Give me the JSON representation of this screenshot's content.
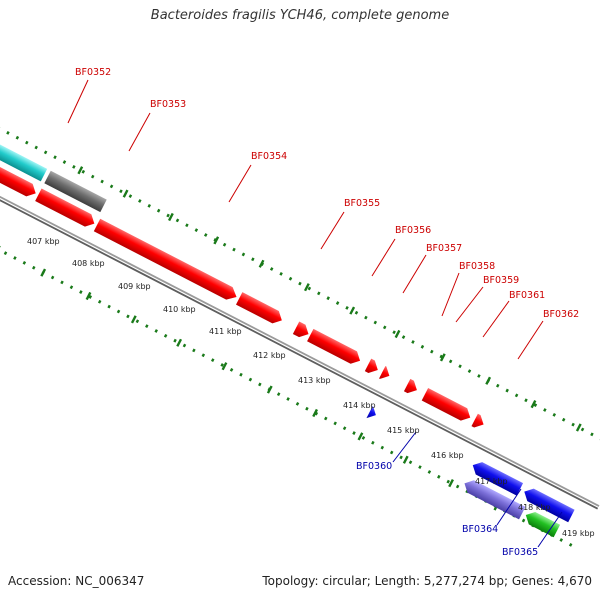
{
  "title": "Bacteroides fragilis YCH46, complete genome",
  "footer": {
    "accession": "Accession: NC_006347",
    "topology": "Topology: circular; Length: 5,277,274 bp; Genes: 4,670"
  },
  "colors": {
    "forward_gene_label": "#cc0000",
    "reverse_gene_label": "#0000aa",
    "tick": "#1a7a1a",
    "backbone": "#888888"
  },
  "ticks": [
    {
      "label": "407 kbp"
    },
    {
      "label": "408 kbp"
    },
    {
      "label": "409 kbp"
    },
    {
      "label": "410 kbp"
    },
    {
      "label": "411 kbp"
    },
    {
      "label": "412 kbp"
    },
    {
      "label": "413 kbp"
    },
    {
      "label": "414 kbp"
    },
    {
      "label": "415 kbp"
    },
    {
      "label": "416 kbp"
    },
    {
      "label": "417 kbp"
    },
    {
      "label": "418 kbp"
    },
    {
      "label": "419 kbp"
    }
  ],
  "gene_labels": [
    {
      "name": "BF0352",
      "strand": "forward"
    },
    {
      "name": "BF0353",
      "strand": "forward"
    },
    {
      "name": "BF0354",
      "strand": "forward"
    },
    {
      "name": "BF0355",
      "strand": "forward"
    },
    {
      "name": "BF0356",
      "strand": "forward"
    },
    {
      "name": "BF0357",
      "strand": "forward"
    },
    {
      "name": "BF0358",
      "strand": "forward"
    },
    {
      "name": "BF0359",
      "strand": "forward"
    },
    {
      "name": "BF0361",
      "strand": "forward"
    },
    {
      "name": "BF0362",
      "strand": "forward"
    },
    {
      "name": "BF0360",
      "strand": "reverse"
    },
    {
      "name": "BF0364",
      "strand": "reverse"
    },
    {
      "name": "BF0365",
      "strand": "reverse"
    }
  ]
}
